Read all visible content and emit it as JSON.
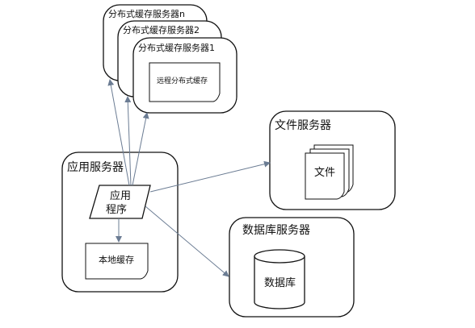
{
  "cache_servers": {
    "back": "分布式缓存服务器n",
    "middle": "分布式缓存服务器2",
    "front": "分布式缓存服务器1",
    "inner": "远程分布式缓存"
  },
  "app_server": {
    "title": "应用服务器",
    "program_line1": "应用",
    "program_line2": "程序",
    "local_cache": "本地缓存"
  },
  "file_server": {
    "title": "文件服务器",
    "file": "文件"
  },
  "db_server": {
    "title": "数据库服务器",
    "database": "数据库"
  },
  "colors": {
    "stroke": "#111111",
    "arrow": "#6b7c93",
    "background": "#ffffff"
  }
}
